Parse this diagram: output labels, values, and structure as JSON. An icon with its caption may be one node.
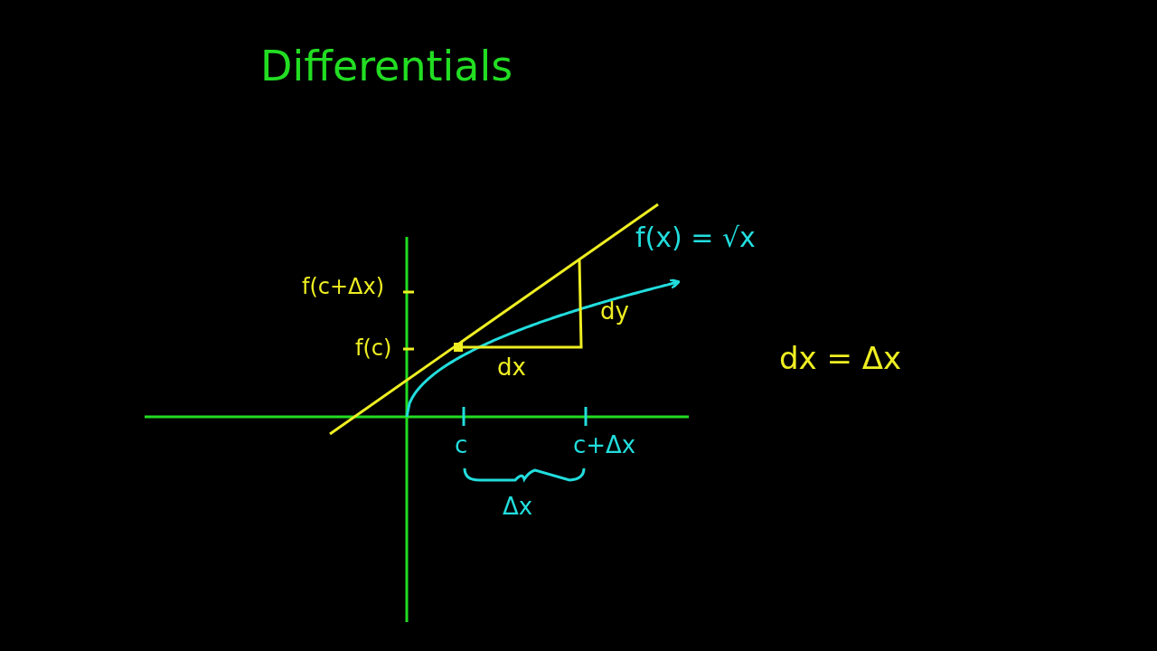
{
  "diagram": {
    "title": "Differentials",
    "labels": [
      "f(x) = √x",
      "f(c+Δx)",
      "dy",
      "f(c)",
      "dx",
      "dx = Δx",
      "c",
      "c+Δx",
      "Δx"
    ]
  }
}
